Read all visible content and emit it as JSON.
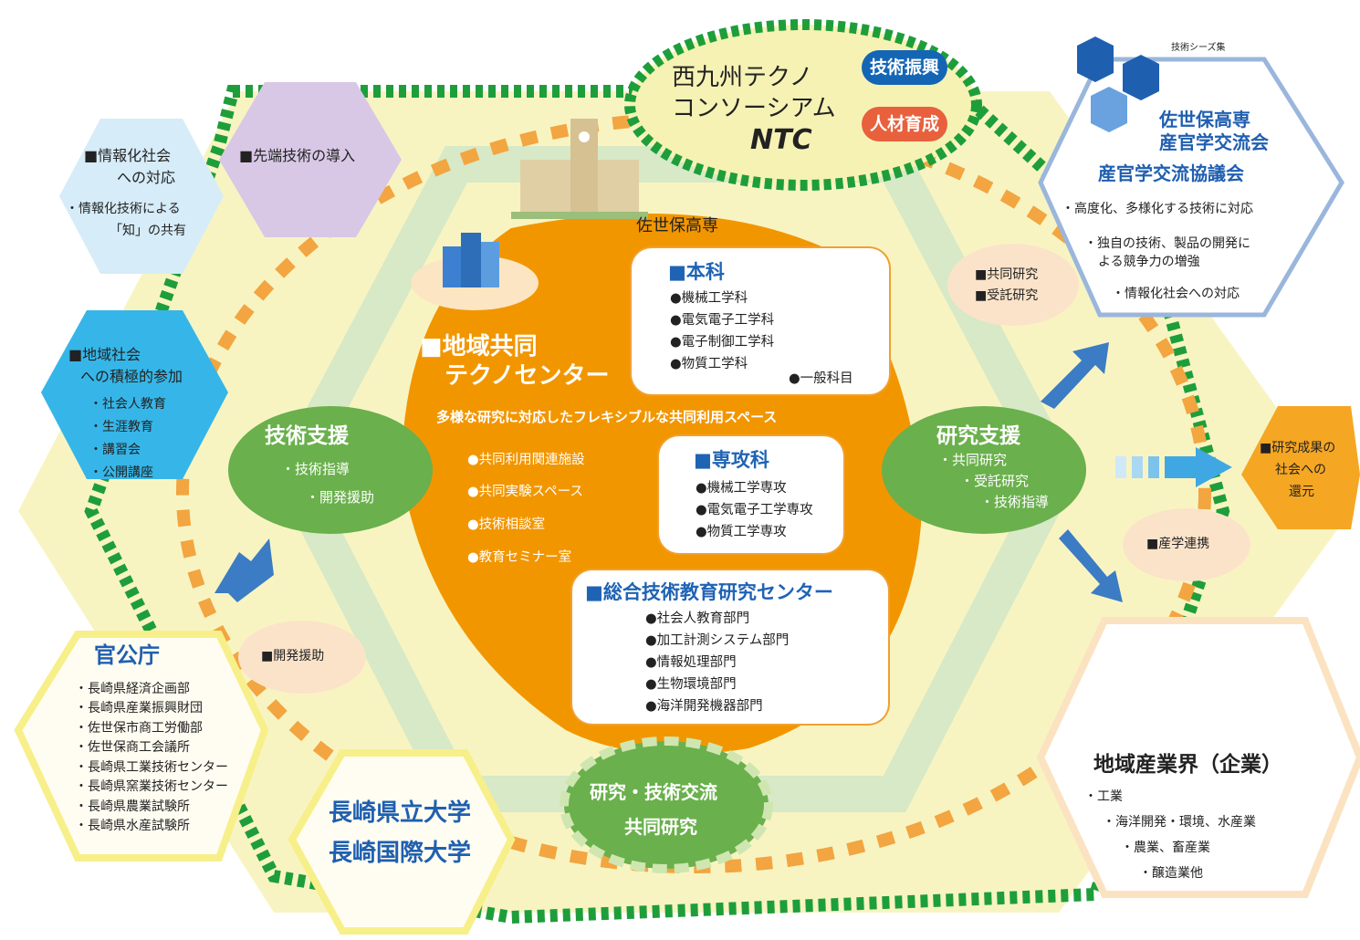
{
  "colors": {
    "center_orange": "#f29600",
    "ntc_yellow": "#f6f2b4",
    "dotted_green": "#1e9e3a",
    "dotted_orange": "#f2a540",
    "support_green": "#6ab04c",
    "hex_lightblue": "#d6ecf8",
    "hex_blue": "#36b6e8",
    "hex_purple": "#d8c8e6",
    "hex_orange": "#f5a623",
    "accent_blue": "#1f63b5",
    "badge_blue": "#1565b5",
    "badge_red": "#e8603c"
  },
  "ntc": {
    "line1": "西九州テクノ",
    "line2": "コンソーシアム",
    "line3": "NTC",
    "badge1": "技術振興",
    "badge2": "人材育成"
  },
  "seeds_label": "技術シーズ集",
  "school_label": "佐世保高専",
  "center": {
    "title1": "■地域共同",
    "title2": "テクノセンター",
    "subtitle": "多様な研究に対応したフレキシブルな共同利用スペース",
    "facilities": [
      "●共同利用関連施設",
      "●共同実験スペース",
      "●技術相談室",
      "●教育セミナー室"
    ]
  },
  "honka": {
    "title": "■本科",
    "items": [
      "●機械工学科",
      "●電気電子工学科",
      "●電子制御工学科",
      "●物質工学科"
    ],
    "general": "●一般科目"
  },
  "senkou": {
    "title": "■専攻科",
    "items": [
      "●機械工学専攻",
      "●電気電子工学専攻",
      "●物質工学専攻"
    ]
  },
  "sogo": {
    "title": "■総合技術教育研究センター",
    "items": [
      "●社会人教育部門",
      "●加工計測システム部門",
      "●情報処理部門",
      "●生物環境部門",
      "●海洋開発機器部門"
    ]
  },
  "gijutsu_shien": {
    "title": "技術支援",
    "items": [
      "・技術指導",
      "・開発援助"
    ]
  },
  "kenkyu_shien": {
    "title": "研究支援",
    "items": [
      "・共同研究",
      "・受託研究",
      "・技術指導"
    ]
  },
  "koryu": {
    "line1": "研究・技術交流",
    "line2": "共同研究"
  },
  "hex_joho": {
    "title1": "■情報化社会",
    "title2": "への対応",
    "item1": "・情報化技術による",
    "item2": "「知」の共有"
  },
  "hex_sentan": {
    "title": "■先端技術の導入"
  },
  "hex_chiiki": {
    "title1": "■地域社会",
    "title2": "への積極的参加",
    "items": [
      "・社会人教育",
      "・生涯教育",
      "・講習会",
      "・公開講座"
    ]
  },
  "hex_kankocho": {
    "title": "官公庁",
    "items": [
      "・長崎県経済企画部",
      "・長崎県産業振興財団",
      "・佐世保市商工労働部",
      "・佐世保商工会議所",
      "・長崎県工業技術センター",
      "・長崎県窯業技術センター",
      "・長崎県農業試験所",
      "・長崎県水産試験所"
    ]
  },
  "hex_daigaku": {
    "line1": "長崎県立大学",
    "line2": "長崎国際大学"
  },
  "hex_sangakukan": {
    "title1": "佐世保高専",
    "title2": "産官学交流会",
    "title3": "産官学交流協議会",
    "item1": "・高度化、多様化する技術に対応",
    "item2a": "・独自の技術、製品の開発に",
    "item2b": "よる競争力の増強",
    "item3": "・情報化社会への対応"
  },
  "hex_kangen": {
    "line1": "■研究成果の",
    "line2": "社会への",
    "line3": "還元"
  },
  "hex_sangyokai": {
    "title": "地域産業界（企業）",
    "items": [
      "・工業",
      "・海洋開発・環境、水産業",
      "・農業、畜産業",
      "・醸造業他"
    ]
  },
  "bubbles": {
    "kaihatsu": "■開発援助",
    "kyodo1": "■共同研究",
    "kyodo2": "■受託研究",
    "sangaku": "■産学連携"
  }
}
